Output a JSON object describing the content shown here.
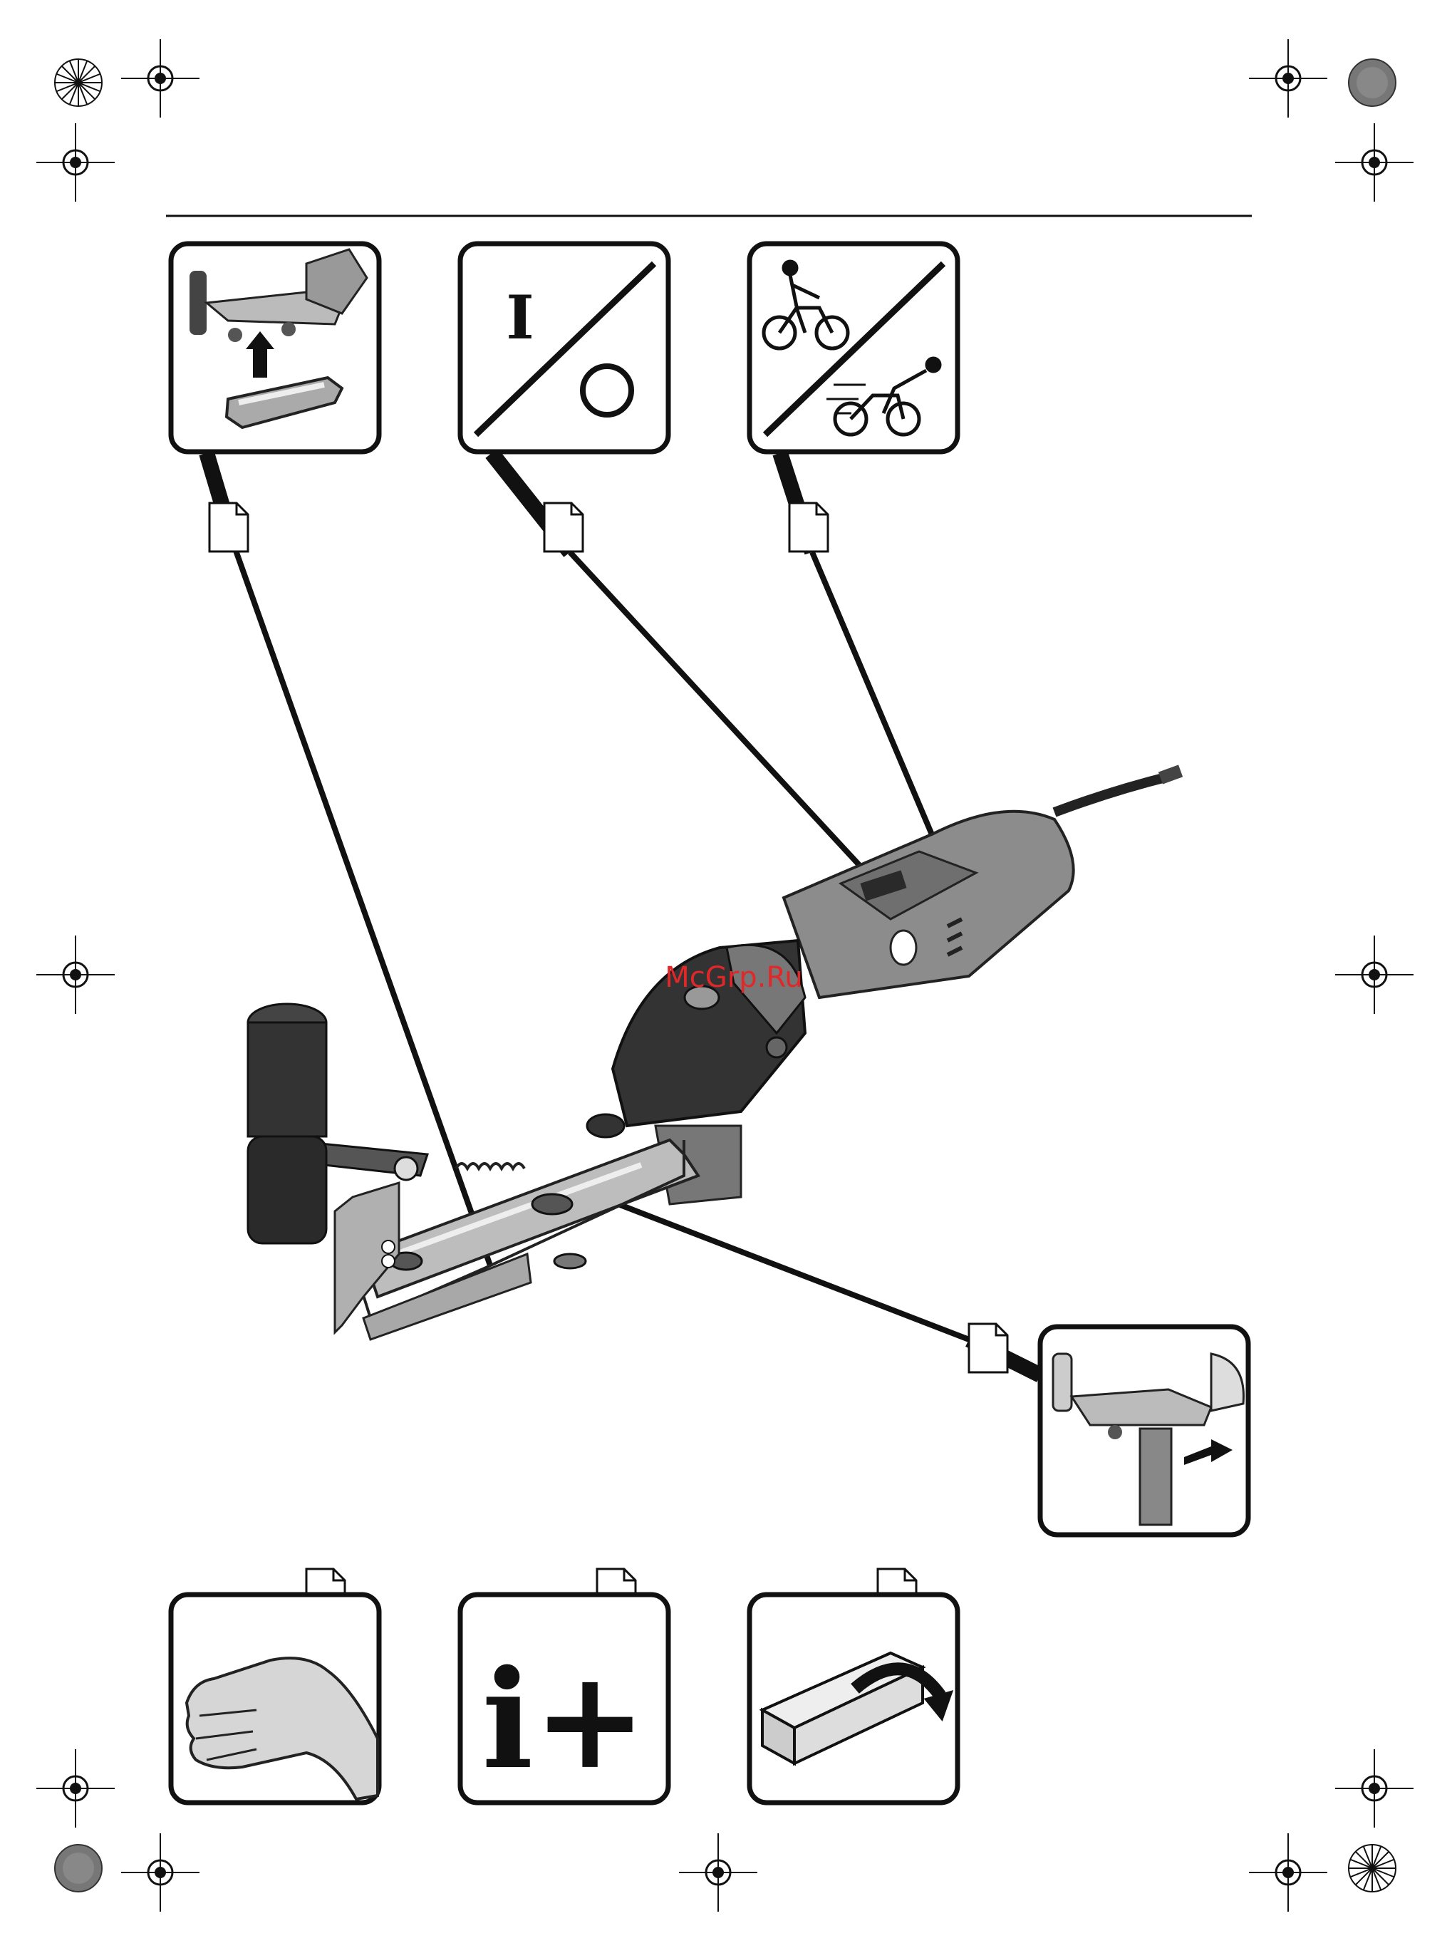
{
  "watermark": "McGrp.Ru",
  "switch_panel": {
    "on_symbol": "I",
    "off_symbol": "O"
  },
  "info_panel": {
    "symbol": "i+"
  },
  "colors": {
    "ink": "#111111",
    "tool_body": "#8c8c8c",
    "tool_dark": "#2a2a2a",
    "watermark": "#e0282a"
  },
  "icons": [
    "registration-mark",
    "color-target",
    "page-ref-icon",
    "belt-install-icon",
    "on-off-icon",
    "speed-icon",
    "mount-icon",
    "hand-icon",
    "info-icon",
    "packaging-icon"
  ]
}
